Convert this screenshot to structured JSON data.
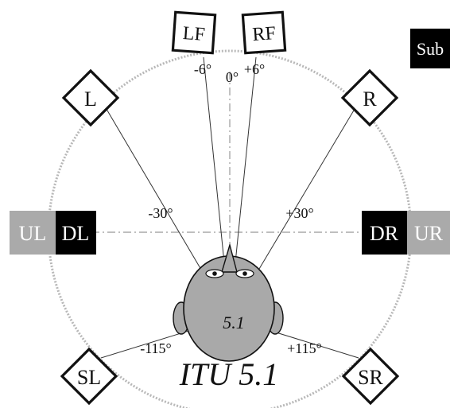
{
  "diagram": {
    "title": "ITU 5.1",
    "head_label": "5.1",
    "angles": {
      "zero": "0°",
      "lf": "-6°",
      "rf": "+6°",
      "left": "-30°",
      "right": "+30°",
      "surround_left": "-115°",
      "surround_right": "+115°"
    },
    "speakers": {
      "lf": "LF",
      "rf": "RF",
      "left": "L",
      "right": "R",
      "surround_left": "SL",
      "surround_right": "SR",
      "sub": "Sub"
    },
    "side_boxes": {
      "ul": "UL",
      "dl": "DL",
      "dr": "DR",
      "ur": "UR"
    },
    "colors": {
      "line": "#222222",
      "circle": "#b8b8b8",
      "head_fill": "#a9a9a9",
      "dark_box": "#000000",
      "gray_box": "#aaaaaa"
    }
  }
}
